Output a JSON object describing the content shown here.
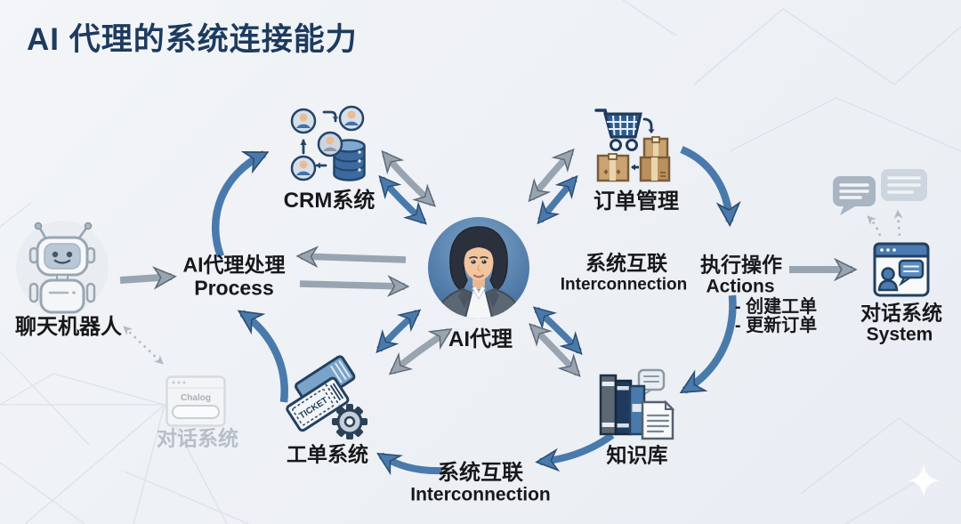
{
  "title": "AI 代理的系统连接能力",
  "nodes": {
    "chatbot": {
      "label": "聊天机器人"
    },
    "process": {
      "zh": "AI代理处理",
      "en": "Process"
    },
    "crm": {
      "label": "CRM系统"
    },
    "orders": {
      "label": "订单管理"
    },
    "agent": {
      "label": "AI代理"
    },
    "interconnection_right": {
      "zh": "系统互联",
      "en": "Interconnection"
    },
    "actions": {
      "zh": "执行操作",
      "en": "Actions",
      "item1": "- 创建工单",
      "item2": "- 更新订单"
    },
    "dialog_system": {
      "zh": "对话系统",
      "en": "System"
    },
    "knowledge": {
      "label": "知识库"
    },
    "tickets": {
      "label": "工单系统",
      "ticket_text": "TICKET"
    },
    "interconnection_bottom": {
      "zh": "系统互联",
      "en": "Interconnection"
    },
    "chalog": {
      "window_title": "Chalog",
      "label": "对话系统"
    }
  },
  "colors": {
    "title": "#1d3a5f",
    "text": "#17181a",
    "faded_text": "#b7bec9",
    "arrow_blue": "#4a7aab",
    "arrow_gray": "#98a4b0",
    "navy_outline": "#23405e",
    "background": "#eef1f5"
  }
}
